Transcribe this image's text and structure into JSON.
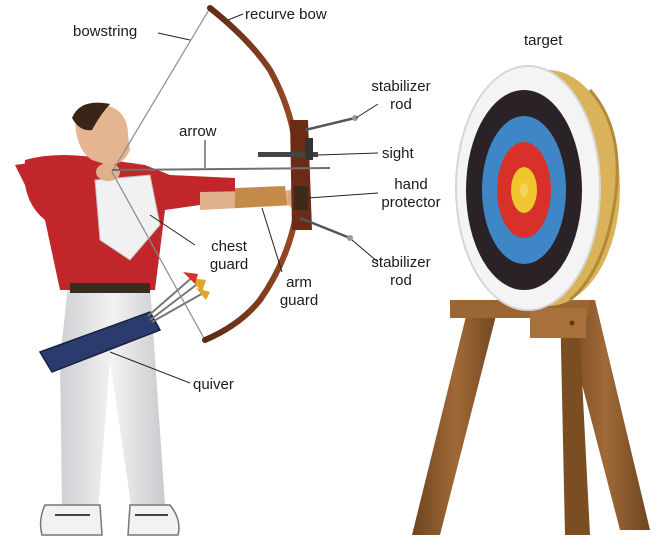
{
  "labels": {
    "bowstring": "bowstring",
    "recurve_bow": "recurve bow",
    "target": "target",
    "stabilizer_rod_top_1": "stabilizer",
    "stabilizer_rod_top_2": "rod",
    "arrow": "arrow",
    "sight": "sight",
    "hand_protector_1": "hand",
    "hand_protector_2": "protector",
    "chest_guard_1": "chest",
    "chest_guard_2": "guard",
    "arm_guard_1": "arm",
    "arm_guard_2": "guard",
    "stabilizer_rod_bottom_1": "stabilizer",
    "stabilizer_rod_bottom_2": "rod",
    "quiver": "quiver"
  },
  "colors": {
    "shirt_red": "#c0262a",
    "trousers_white": "#e9e9ea",
    "bow_brown": "#7a3a1e",
    "easel_wood": "#8a5a2b",
    "straw": "#d9b25a",
    "ring_white": "#f4f4f4",
    "ring_black": "#2a2226",
    "ring_blue": "#3f86c6",
    "ring_red": "#d8312a",
    "ring_gold": "#f0c530",
    "quiver_navy": "#2b3b6e",
    "leader_line": "#222222"
  }
}
